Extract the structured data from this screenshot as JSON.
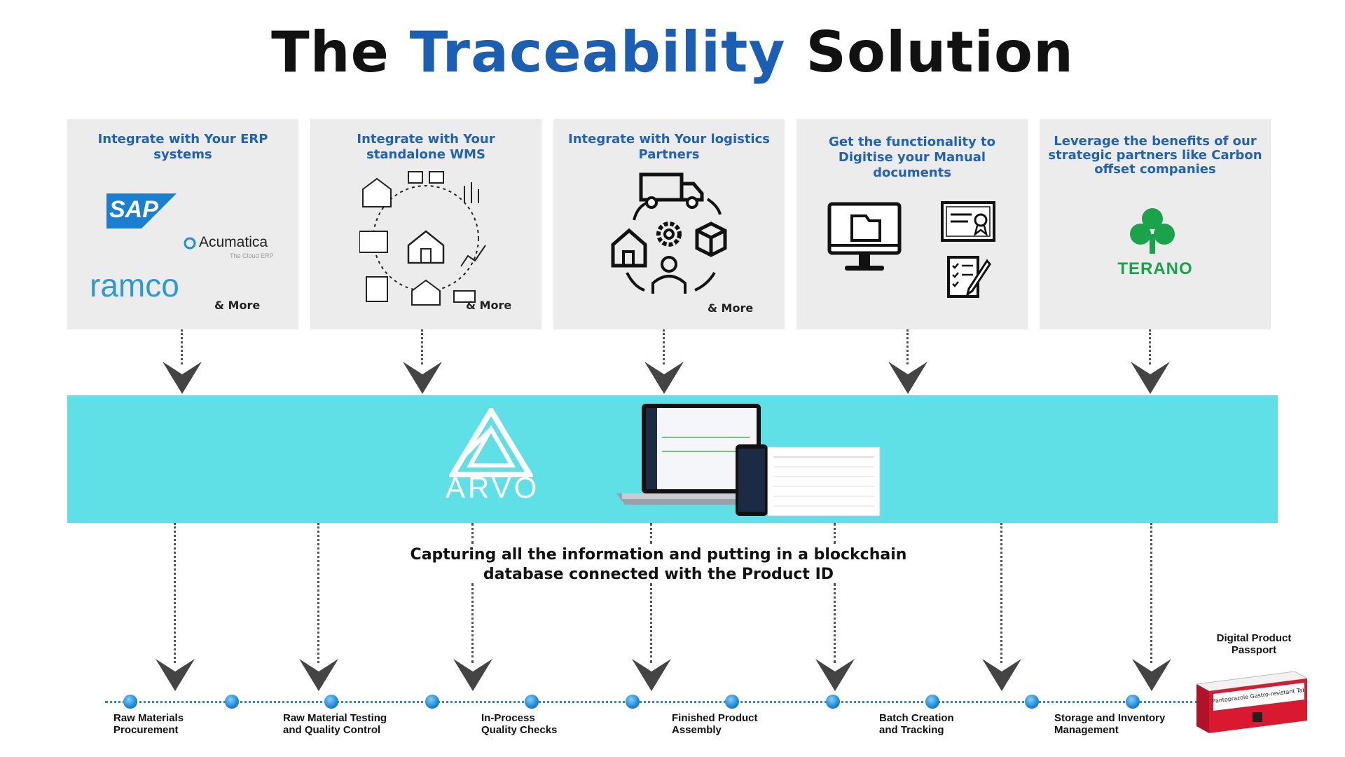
{
  "title": {
    "part1": "The",
    "accent": "Traceability",
    "part2": "Solution"
  },
  "cards": [
    {
      "title": "Integrate with Your ERP systems",
      "more": "& More",
      "logos": {
        "sap": "SAP",
        "acumatica": "Acumatica",
        "acumatica_sub": "The Cloud ERP",
        "ramco": "ramco"
      }
    },
    {
      "title": "Integrate with Your standalone WMS",
      "more": "& More"
    },
    {
      "title": "Integrate with Your logistics Partners",
      "more": "& More"
    },
    {
      "title": "Get the functionality to Digitise your Manual documents"
    },
    {
      "title": "Leverage the benefits of our strategic partners like Carbon offset companies",
      "logo": "TERANO"
    }
  ],
  "band": {
    "logo": "ARVO"
  },
  "caption": {
    "line1": "Capturing all the information and putting in a blockchain",
    "line2": "database connected with the Product ID"
  },
  "stages": [
    {
      "line1": "Raw Materials",
      "line2": "Procurement"
    },
    {
      "line1": "Raw Material Testing",
      "line2": "and Quality Control"
    },
    {
      "line1": "In-Process",
      "line2": "Quality Checks"
    },
    {
      "line1": "Finished Product",
      "line2": "Assembly"
    },
    {
      "line1": "Batch Creation",
      "line2": "and Tracking"
    },
    {
      "line1": "Storage and Inventory",
      "line2": "Management"
    }
  ],
  "passport": {
    "line1": "Digital Product",
    "line2": "Passport",
    "box_text": "Pantoprazole Gastro-resistant Tablets IP"
  },
  "colors": {
    "accent": "#1a5fb4",
    "band": "#5fe0e6",
    "card": "#ececec",
    "terano": "#1aa34a",
    "ramco": "#2a9bd6",
    "sap": "#1b7fd0"
  }
}
